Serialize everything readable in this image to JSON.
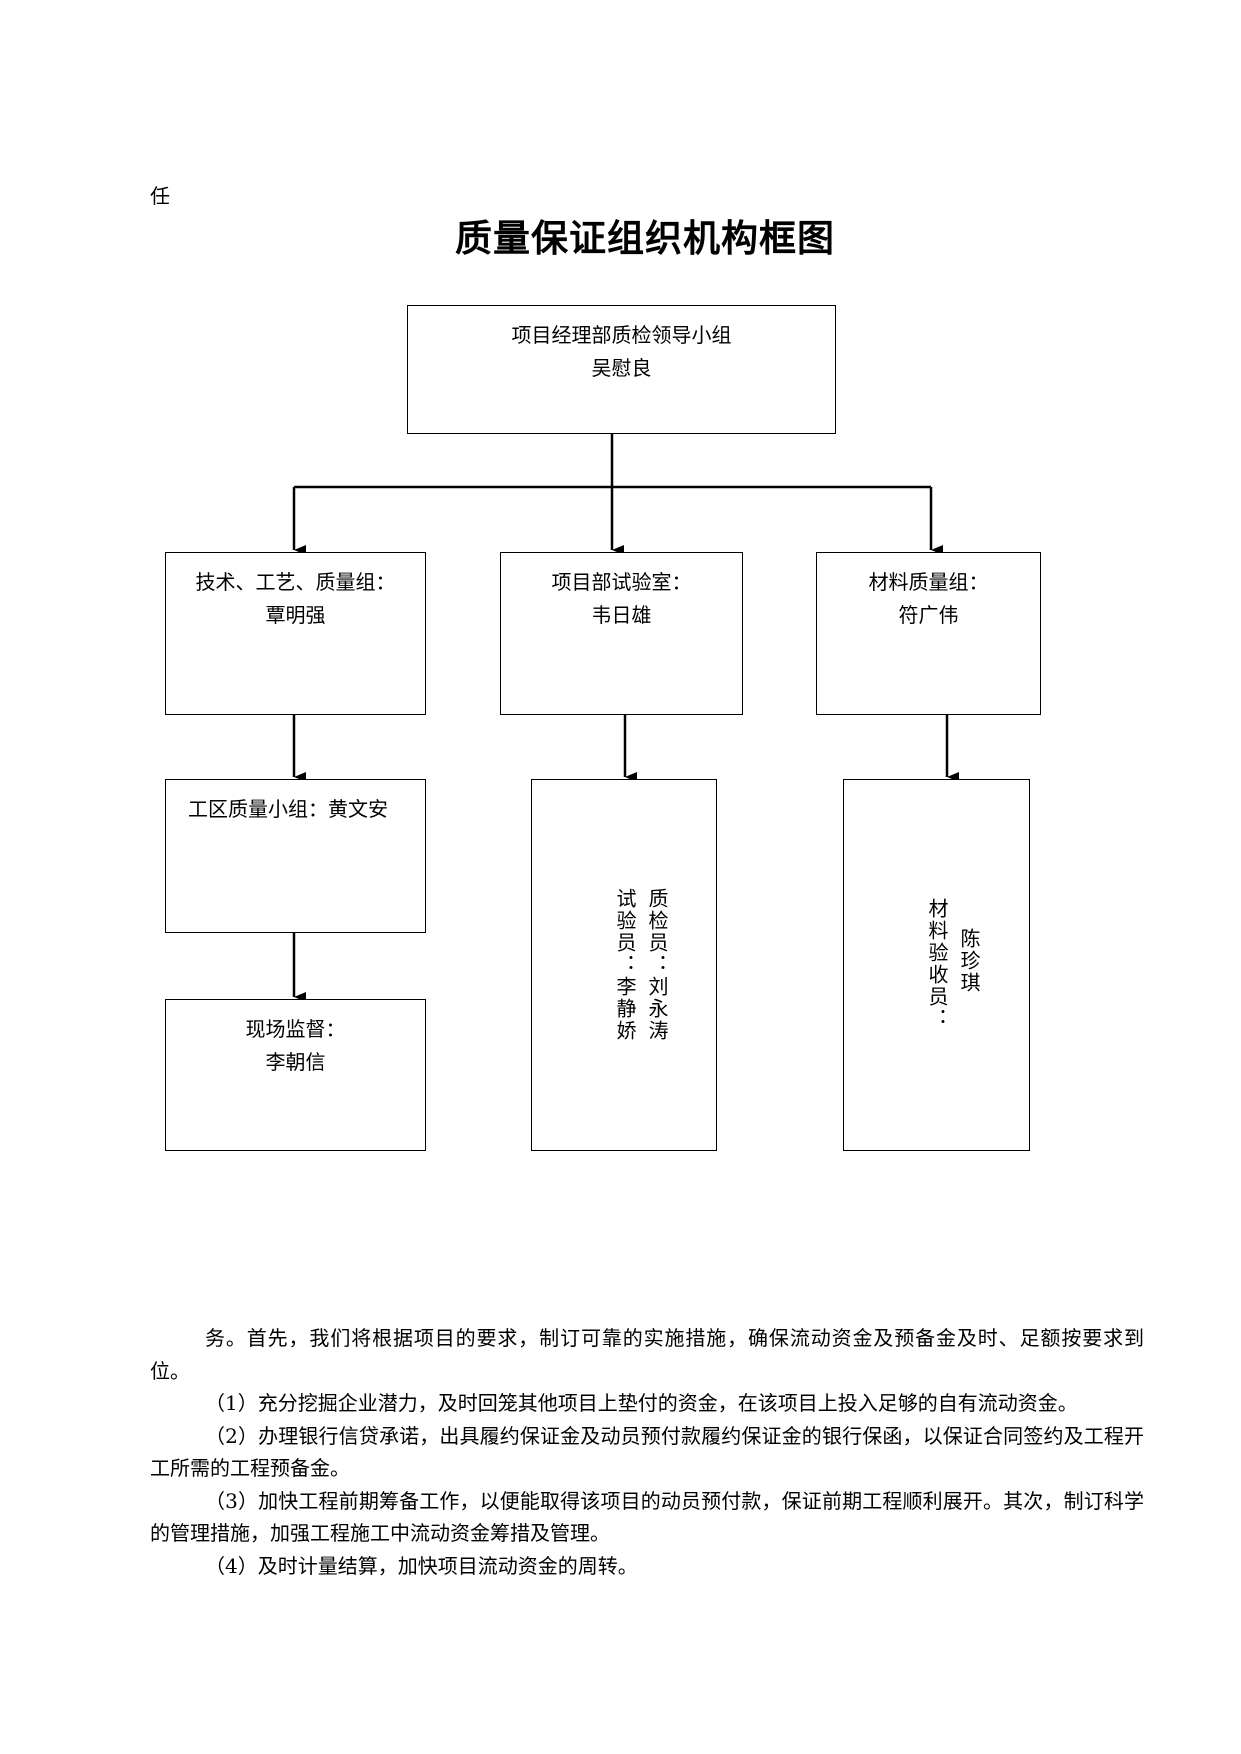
{
  "header_fragment": "任",
  "title": "质量保证组织机构框图",
  "org_chart": {
    "root": {
      "title": "项目经理部质检领导小组",
      "person": "吴慰良"
    },
    "groups": [
      {
        "title": "技术、工艺、质量组：",
        "person": "覃明强"
      },
      {
        "title": "项目部试验室：",
        "person": "韦日雄"
      },
      {
        "title": "材料质量组：",
        "person": "符广伟"
      }
    ],
    "site_quality_group": "工区质量小组：黄文安",
    "site_supervision": {
      "title": "现场监督：",
      "person": "李朝信"
    },
    "lab_staff": {
      "col1": "质检员：刘永涛",
      "col2": "试验员：李静娇"
    },
    "material_staff": {
      "col1": "陈珍琪",
      "col2": "材料验收员："
    }
  },
  "paragraphs": [
    "务。首先，我们将根据项目的要求，制订可靠的实施措施，确保流动资金及预备金及时、足额按要求到位。",
    "（1）充分挖掘企业潜力，及时回笼其他项目上垫付的资金，在该项目上投入足够的自有流动资金。",
    "（2）办理银行信贷承诺，出具履约保证金及动员预付款履约保证金的银行保函，以保证合同签约及工程开工所需的工程预备金。",
    "（3）加快工程前期筹备工作，以便能取得该项目的动员预付款，保证前期工程顺利展开。其次，制订科学的管理措施，加强工程施工中流动资金筹措及管理。",
    "（4）及时计量结算，加快项目流动资金的周转。"
  ]
}
